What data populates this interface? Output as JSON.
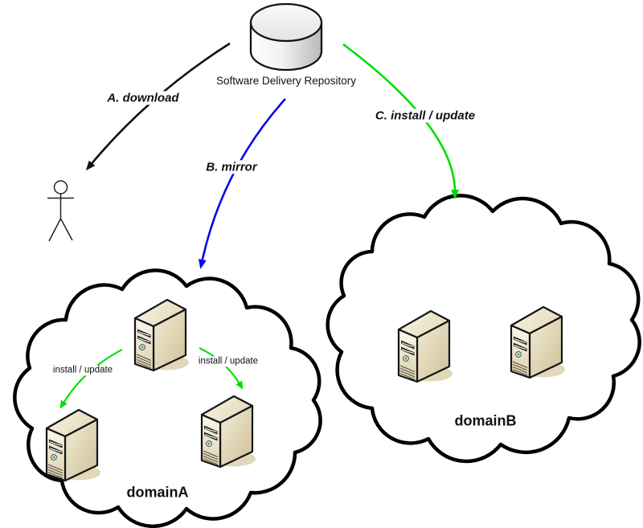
{
  "diagram": {
    "type": "software-delivery-flow",
    "repository": {
      "label": "Software Delivery Repository",
      "icon": "database-cylinder-icon"
    },
    "actor": {
      "icon": "stick-figure-user-icon"
    },
    "flows": [
      {
        "id": "A",
        "label": "A. download",
        "color": "#111111",
        "from": "repository",
        "to": "user"
      },
      {
        "id": "B",
        "label": "B. mirror",
        "color": "#0a0ae8",
        "from": "repository",
        "to": "domainA"
      },
      {
        "id": "C",
        "label": "C. install / update",
        "color": "#00dd00",
        "from": "repository",
        "to": "domainB"
      }
    ],
    "domains": [
      {
        "name": "domainA",
        "server_count": 3,
        "internal_flows": [
          {
            "label": "install / update",
            "color": "#00dd00",
            "from": "top server",
            "to": "left server"
          },
          {
            "label": "install / update",
            "color": "#00dd00",
            "from": "top server",
            "to": "right server"
          }
        ]
      },
      {
        "name": "domainB",
        "server_count": 2,
        "internal_flows": []
      }
    ]
  }
}
